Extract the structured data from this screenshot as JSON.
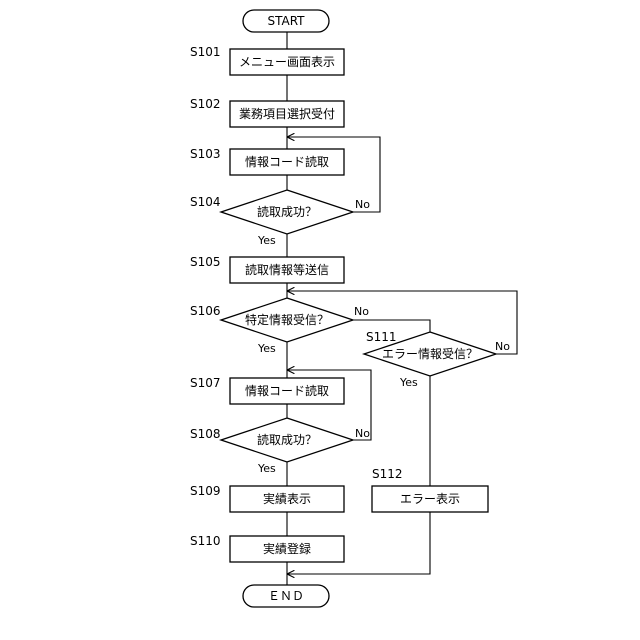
{
  "flowchart": {
    "nodes": {
      "start": "START",
      "s101": "メニュー画面表示",
      "s102": "業務項目選択受付",
      "s103": "情報コード読取",
      "s104": "読取成功？",
      "s105": "読取情報等送信",
      "s106": "特定情報受信？",
      "s107": "情報コード読取",
      "s108": "読取成功？",
      "s109": "実績表示",
      "s110": "実績登録",
      "s111": "エラー情報受信？",
      "s112": "エラー表示",
      "end": "ＥＮＤ"
    },
    "steps": {
      "s101": "S101",
      "s102": "S102",
      "s103": "S103",
      "s104": "S104",
      "s105": "S105",
      "s106": "S106",
      "s107": "S107",
      "s108": "S108",
      "s109": "S109",
      "s110": "S110",
      "s111": "S111",
      "s112": "S112"
    },
    "branches": {
      "s104_yes": "Yes",
      "s104_no": "No",
      "s106_yes": "Yes",
      "s106_no": "No",
      "s108_yes": "Yes",
      "s108_no": "No",
      "s111_yes": "Yes",
      "s111_no": "No"
    }
  }
}
